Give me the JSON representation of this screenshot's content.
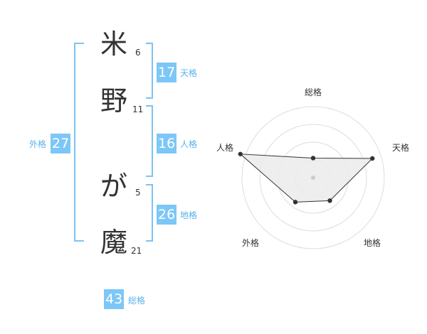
{
  "name": {
    "chars": [
      {
        "char": "米",
        "strokes": "6"
      },
      {
        "char": "野",
        "strokes": "11"
      },
      {
        "char": "が",
        "strokes": "5"
      },
      {
        "char": "魔",
        "strokes": "21"
      }
    ]
  },
  "fortunes": {
    "tenkaku": {
      "value": "17",
      "label": "天格"
    },
    "jinkaku": {
      "value": "16",
      "label": "人格"
    },
    "chikaku": {
      "value": "26",
      "label": "地格"
    },
    "gaikaku": {
      "value": "27",
      "label": "外格"
    },
    "soukaku": {
      "value": "43",
      "label": "総格"
    }
  },
  "radar": {
    "axes": [
      "総格",
      "天格",
      "地格",
      "外格",
      "人格"
    ],
    "levels": 4,
    "max": 4,
    "values": [
      1.1,
      3.5,
      1.6,
      1.7,
      4.3
    ],
    "colors": {
      "fill": "#ebebeb",
      "line": "#333333",
      "grid": "#dddddd",
      "point": "#333333",
      "center": "#cccccc"
    }
  }
}
